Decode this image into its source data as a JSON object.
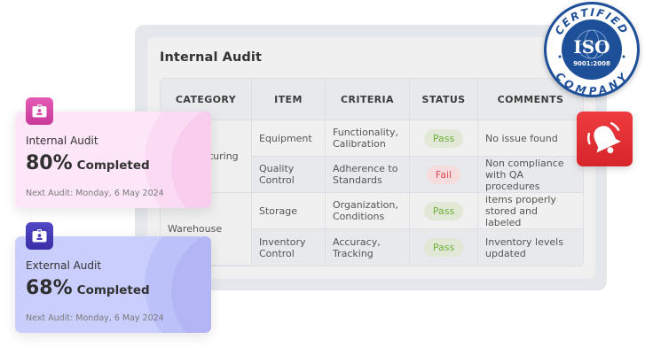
{
  "panel": {
    "title": "Internal Audit"
  },
  "table": {
    "headers": [
      "CATEGORY",
      "ITEM",
      "CRITERIA",
      "STATUS",
      "COMMENTS"
    ],
    "groups": [
      {
        "category": "Manufacturing",
        "rows": [
          {
            "item": "Equipment",
            "criteria": "Functionality, Calibration",
            "status": "Pass",
            "comments": "No issue found"
          },
          {
            "item": "Quality Control",
            "criteria": "Adherence to Standards",
            "status": "Fail",
            "comments": "Non compliance with QA procedures"
          }
        ]
      },
      {
        "category": "Warehouse",
        "rows": [
          {
            "item": "Storage",
            "criteria": "Organization, Conditions",
            "status": "Pass",
            "comments": "items properly stored and labeled"
          },
          {
            "item": "Inventory Control",
            "criteria": "Accuracy, Tracking",
            "status": "Pass",
            "comments": "Inventory levels updated"
          }
        ]
      }
    ],
    "status_colors": {
      "pass": "#6fae3a",
      "fail": "#e04b55"
    }
  },
  "cards": {
    "internal": {
      "icon": "id-badge-icon",
      "label": "Internal Audit",
      "percent": "80%",
      "completed": "Completed",
      "next_audit": "Next Audit: Monday, 6 May 2024",
      "accent": "#d9459f"
    },
    "external": {
      "icon": "id-badge-icon",
      "label": "External Audit",
      "percent": "68%",
      "completed": "Completed",
      "next_audit": "Next Audit: Monday, 6 May 2024",
      "accent": "#4539b8"
    }
  },
  "iso_badge": {
    "top_text": "CERTIFIED",
    "center_text": "ISO",
    "standard": "9001:2008",
    "bottom_text": "COMPANY",
    "color": "#1e4f99"
  },
  "alert": {
    "icon": "bell-ringing-icon",
    "color": "#e3292e"
  }
}
